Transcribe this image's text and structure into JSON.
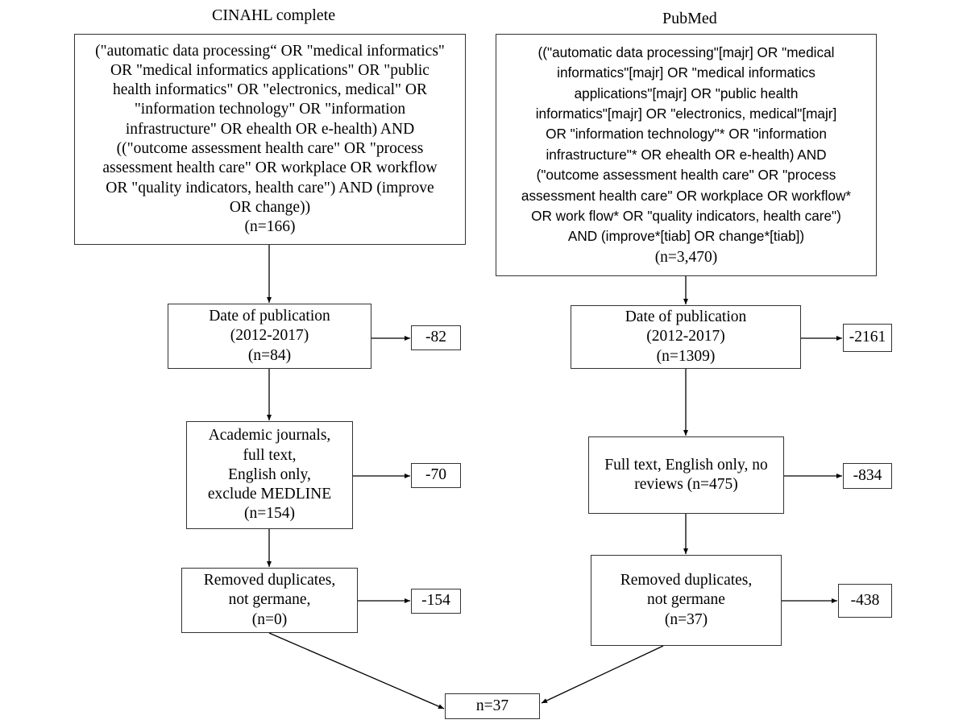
{
  "cinahl": {
    "title": "CINAHL complete",
    "query_text": "(\"automatic data processing“ OR \"medical informatics\"\nOR \"medical informatics applications\" OR \"public\nhealth informatics\" OR \"electronics, medical\" OR\n\"information technology\" OR \"information\ninfrastructure\" OR ehealth OR e-health) AND\n((\"outcome assessment health care\" OR \"process\nassessment health care\" OR workplace OR workflow\nOR \"quality indicators, health care\") AND (improve\nOR change))\n(n=166)",
    "steps": [
      {
        "text": "Date of publication\n(2012-2017)\n(n=84)",
        "excluded": "-82"
      },
      {
        "text": "Academic journals,\nfull text,\nEnglish only,\nexclude MEDLINE\n(n=154)",
        "excluded": "-70"
      },
      {
        "text": "Removed duplicates,\nnot germane,\n(n=0)",
        "excluded": "-154"
      }
    ]
  },
  "pubmed": {
    "title": "PubMed",
    "query_text": "((\"automatic data processing\"[majr] OR \"medical\ninformatics\"[majr] OR \"medical informatics\napplications\"[majr] OR \"public health\ninformatics\"[majr] OR \"electronics, medical\"[majr]\nOR \"information technology\"* OR \"information\ninfrastructure\"* OR ehealth OR e-health) AND\n(\"outcome assessment health care\" OR \"process\nassessment health care\" OR workplace OR workflow*\nOR work flow* OR \"quality indicators, health care\")\nAND (improve*[tiab] OR change*[tiab])",
    "query_count": "(n=3,470)",
    "steps": [
      {
        "text": "Date of publication\n(2012-2017)\n(n=1309)",
        "excluded": "-2161"
      },
      {
        "text": "Full text, English only, no\nreviews (n=475)",
        "excluded": "-834"
      },
      {
        "text": "Removed duplicates,\nnot germane\n(n=37)",
        "excluded": "-438"
      }
    ]
  },
  "final": {
    "text": "n=37"
  }
}
